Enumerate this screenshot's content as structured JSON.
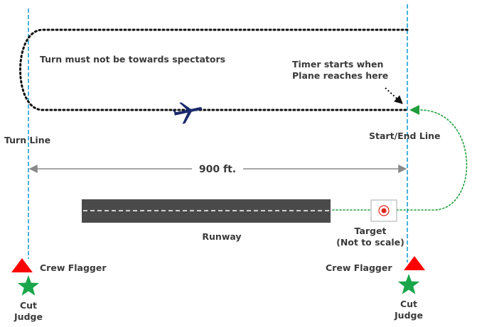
{
  "labels": {
    "turn_note": "Turn must not be towards spectators",
    "timer_line1": "Timer starts when",
    "timer_line2": "Plane reaches here",
    "turn_line": "Turn Line",
    "start_end_line": "Start/End Line",
    "distance": "900 ft.",
    "runway": "Runway",
    "target_line1": "Target",
    "target_line2": "(Not to scale)",
    "crew_flagger_left": "Crew Flagger",
    "crew_flagger_right": "Crew Flagger",
    "cut_judge_left_line1": "Cut",
    "cut_judge_left_line2": "Judge",
    "cut_judge_right_line1": "Cut",
    "cut_judge_right_line2": "Judge"
  },
  "icons": {
    "plane": "airplane-icon",
    "flagger": "red-triangle-icon",
    "judge": "green-star-icon",
    "target": "target-icon"
  },
  "colors": {
    "course_line": "#1a9fd6",
    "flight_path": "#111111",
    "return_path": "#1f9e3a",
    "flagger": "#ff0000",
    "judge": "#1aa64a",
    "plane": "#1a2a6c",
    "runway": "#4a4a4a",
    "target_center": "#e0261b",
    "text": "#3a3a3a"
  }
}
